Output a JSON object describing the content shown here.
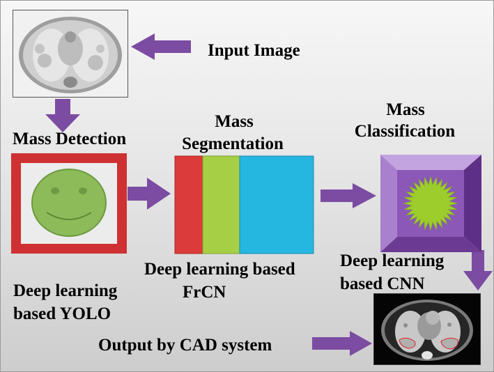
{
  "labels": {
    "input_image": "Input Image",
    "mass_detection": "Mass Detection",
    "mass_segmentation_l1": "Mass",
    "mass_segmentation_l2": "Segmentation",
    "mass_classification_l1": "Mass",
    "mass_classification_l2": "Classification",
    "yolo_l1": "Deep learning",
    "yolo_l2": "based YOLO",
    "frcn_l1": "Deep learning based",
    "frcn_l2": "FrCN",
    "cnn_l1": "Deep learning",
    "cnn_l2": "based CNN",
    "output": "Output by CAD system"
  },
  "colors": {
    "arrow": "#7c4ca2",
    "detection_frame": "#cf3132",
    "smiley_face": "#8dbb5a",
    "seg_red": "#dc3b3b",
    "seg_green": "#a7cf45",
    "seg_blue": "#26b7e1",
    "class_box": "#8b58b7",
    "starburst": "#9dcd2c"
  },
  "icons": [
    "ct-scan-image",
    "smiley-face-icon",
    "starburst-icon",
    "ct-output-image"
  ]
}
